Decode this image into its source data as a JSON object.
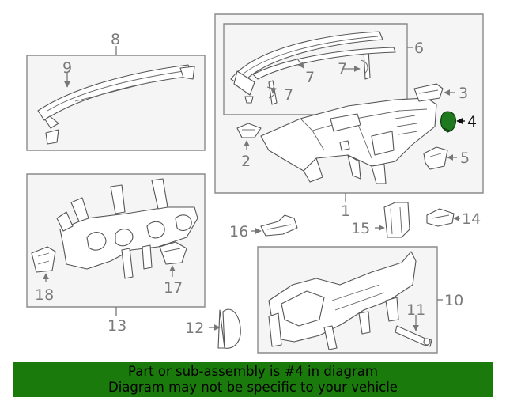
{
  "callouts": {
    "c1": "1",
    "c2": "2",
    "c3": "3",
    "c4": "4",
    "c5": "5",
    "c6": "6",
    "c7a": "7",
    "c7b": "7",
    "c7c": "7",
    "c8": "8",
    "c9": "9",
    "c10": "10",
    "c11": "11",
    "c12": "12",
    "c13": "13",
    "c14": "14",
    "c15": "15",
    "c16": "16",
    "c17": "17",
    "c18": "18"
  },
  "highlight": {
    "part": "4",
    "color": "#1f7a1f"
  },
  "banner": {
    "line1": "Part or sub-assembly is #4 in diagram",
    "line2": "Diagram may not be specific to your vehicle",
    "background": "#1b7a0c"
  }
}
